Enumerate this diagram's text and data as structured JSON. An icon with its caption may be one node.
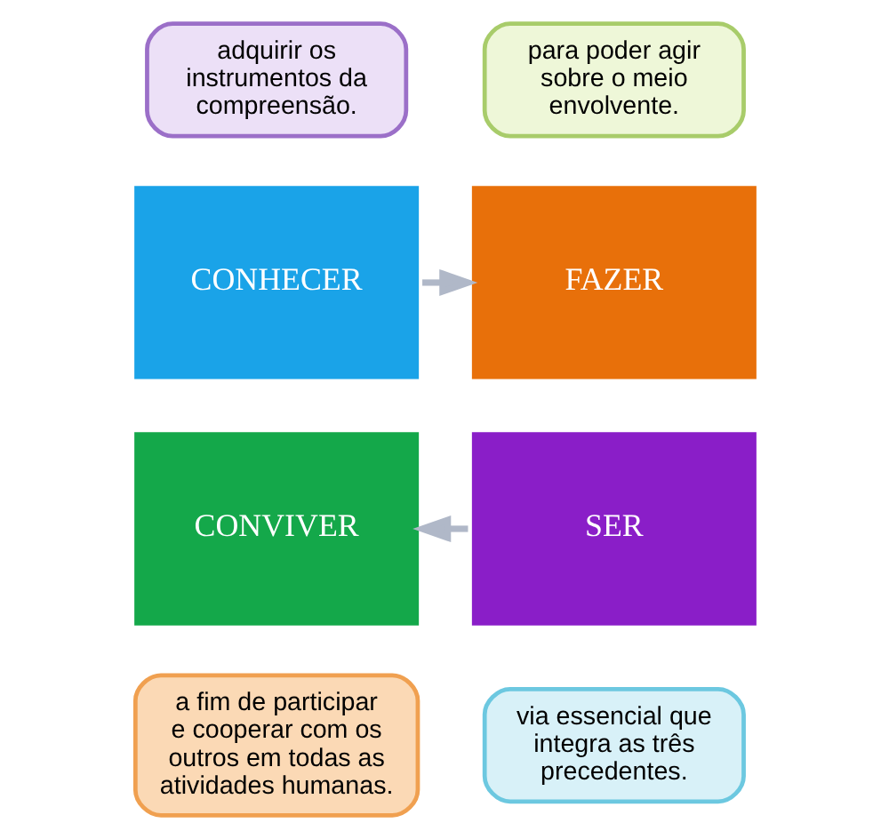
{
  "diagram": {
    "nodes": [
      {
        "text": [
          "adquirir os instrumentos da compreensão."
        ]
      },
      {
        "text": [
          "para poder agir sobre o meio envolvente."
        ]
      },
      {
        "text": [
          "CONHECER"
        ]
      },
      {
        "text": [
          "FAZER"
        ]
      },
      {
        "text": [
          "CONVIVER"
        ]
      },
      {
        "text": [
          "SER"
        ]
      },
      {
        "text": [
          "a fim de participar e cooperar com os outros em todas as atividades humanas."
        ]
      },
      {
        "text": [
          "via essencial que integra as três precedentes."
        ]
      }
    ],
    "edges": [
      {
        "from": 2,
        "to": 3,
        "arrow": "to"
      },
      {
        "from": 5,
        "to": 4,
        "arrow": "to"
      }
    ]
  }
}
